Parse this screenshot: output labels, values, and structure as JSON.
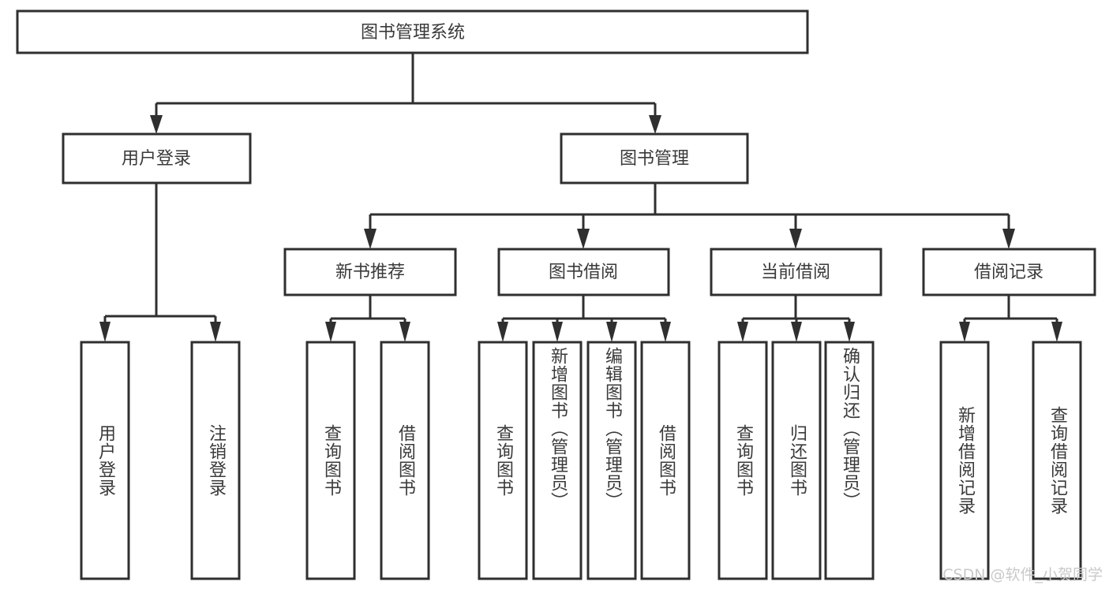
{
  "diagram": {
    "title": "图书管理系统",
    "type": "tree",
    "colors": {
      "stroke": "#2f2f2f",
      "fill": "#ffffff",
      "text": "#3a3a3a",
      "background": "#ffffff",
      "watermark": "#c9c9c9"
    },
    "root": {
      "label": "图书管理系统"
    },
    "level2": [
      {
        "label": "用户登录"
      },
      {
        "label": "图书管理"
      }
    ],
    "level3": [
      {
        "label": "新书推荐"
      },
      {
        "label": "图书借阅"
      },
      {
        "label": "当前借阅"
      },
      {
        "label": "借阅记录"
      }
    ],
    "leaves": {
      "user_login": [
        {
          "label": "用户登录"
        },
        {
          "label": "注销登录"
        }
      ],
      "new_book_recommend": [
        {
          "label": "查询图书"
        },
        {
          "label": "借阅图书"
        }
      ],
      "book_borrow": [
        {
          "label": "查询图书"
        },
        {
          "label": "新增图书（管理员）"
        },
        {
          "label": "编辑图书（管理员）"
        },
        {
          "label": "借阅图书"
        }
      ],
      "current_borrow": [
        {
          "label": "查询图书"
        },
        {
          "label": "归还图书"
        },
        {
          "label": "确认归还（管理员）"
        }
      ],
      "borrow_record": [
        {
          "label": "新增借阅记录"
        },
        {
          "label": "查询借阅记录"
        }
      ]
    }
  },
  "watermark": {
    "text": "CSDN @软件_小贺同学"
  }
}
